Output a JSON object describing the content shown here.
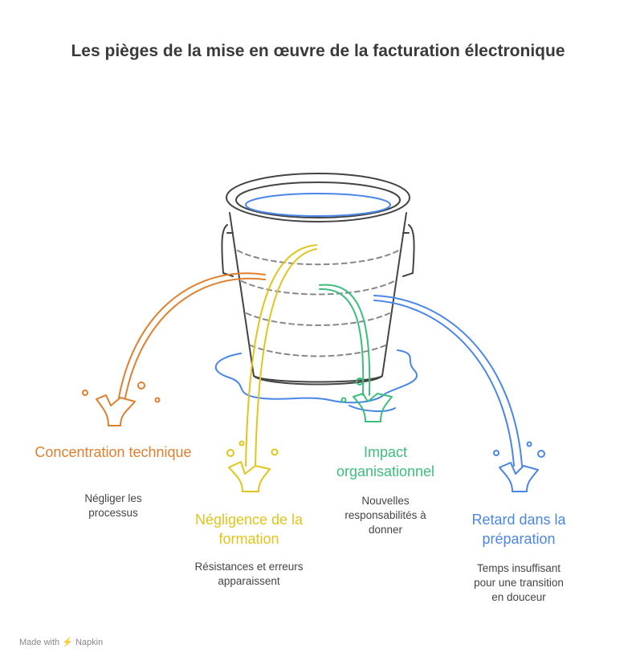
{
  "title": "Les pièges de la mise en œuvre de la facturation électronique",
  "colors": {
    "orange": "#E07F2E",
    "yellow": "#E2C51C",
    "green": "#3CBF7C",
    "blue": "#4A86E8",
    "outline": "#444444"
  },
  "items": [
    {
      "title": "Concentration technique",
      "desc": "Négliger les processus",
      "color": "#E07F2E"
    },
    {
      "title": "Négligence de la formation",
      "desc": "Résistances et erreurs apparaissent",
      "color": "#E2C51C"
    },
    {
      "title": "Impact organisationnel",
      "desc": "Nouvelles responsabilités à donner",
      "color": "#3CBF7C"
    },
    {
      "title": "Retard dans la préparation",
      "desc": "Temps insuffisant pour une transition en douceur",
      "color": "#4A86E8"
    }
  ],
  "footer": "Made with ⚡ Napkin"
}
